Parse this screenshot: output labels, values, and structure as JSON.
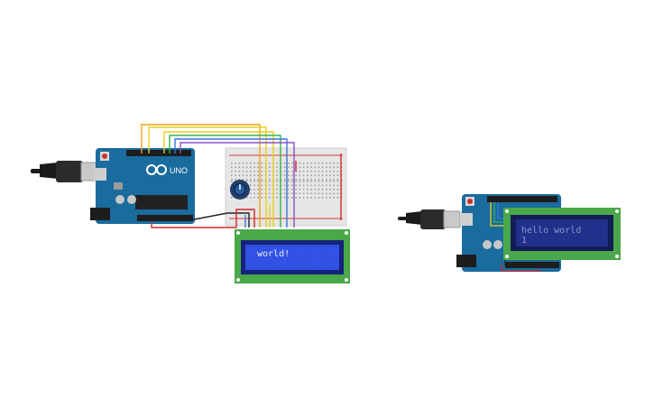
{
  "circuit_left": {
    "board_label": "UNO",
    "lcd_line1": "world!",
    "lcd_line2": ""
  },
  "circuit_right": {
    "lcd_line1": "hello world",
    "lcd_line2": "1"
  },
  "colors": {
    "board": "#1a6b9e",
    "lcd_frame": "#4aa84a",
    "lcd_screen_left": "#2f4fe0",
    "lcd_screen_right": "#1f2f88",
    "lcd_text_left": "#e8ecff",
    "lcd_text_right": "#8a96c8",
    "breadboard": "#e6e6e6",
    "wire_orange": "#f2a11a",
    "wire_yellow": "#e6d21a",
    "wire_green": "#37b34a",
    "wire_blue": "#3a76d8",
    "wire_purple": "#8a4fc8",
    "wire_red": "#d02a2a",
    "wire_black": "#222222"
  },
  "icons": [
    "usb-cable-icon",
    "potentiometer-icon",
    "power-jack-icon",
    "reset-button-icon"
  ]
}
